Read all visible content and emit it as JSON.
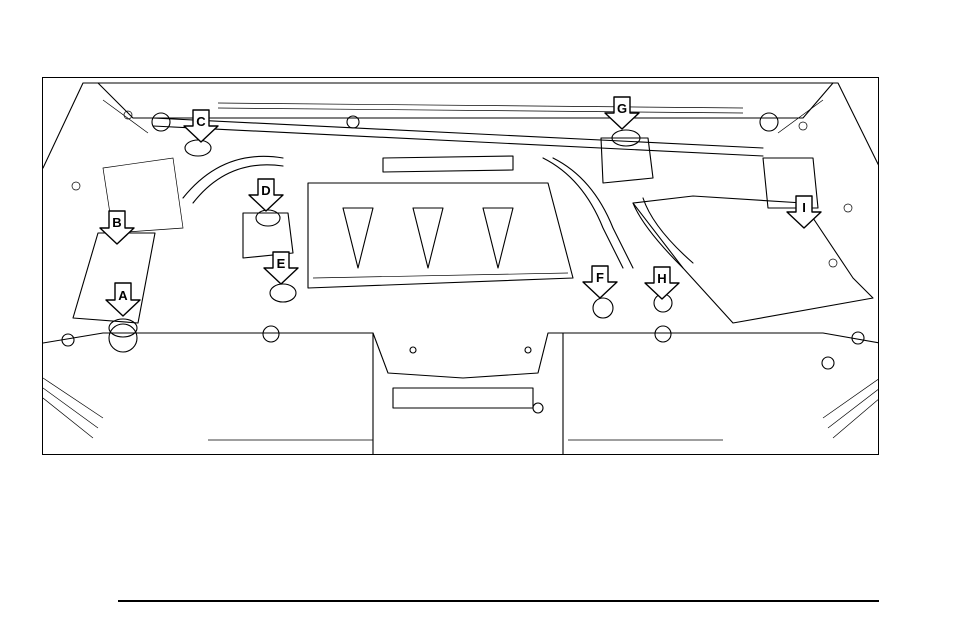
{
  "diagram": {
    "callouts": [
      {
        "id": "A",
        "label": "A"
      },
      {
        "id": "B",
        "label": "B"
      },
      {
        "id": "C",
        "label": "C"
      },
      {
        "id": "D",
        "label": "D"
      },
      {
        "id": "E",
        "label": "E"
      },
      {
        "id": "F",
        "label": "F"
      },
      {
        "id": "G",
        "label": "G"
      },
      {
        "id": "H",
        "label": "H"
      },
      {
        "id": "I",
        "label": "I"
      }
    ]
  }
}
